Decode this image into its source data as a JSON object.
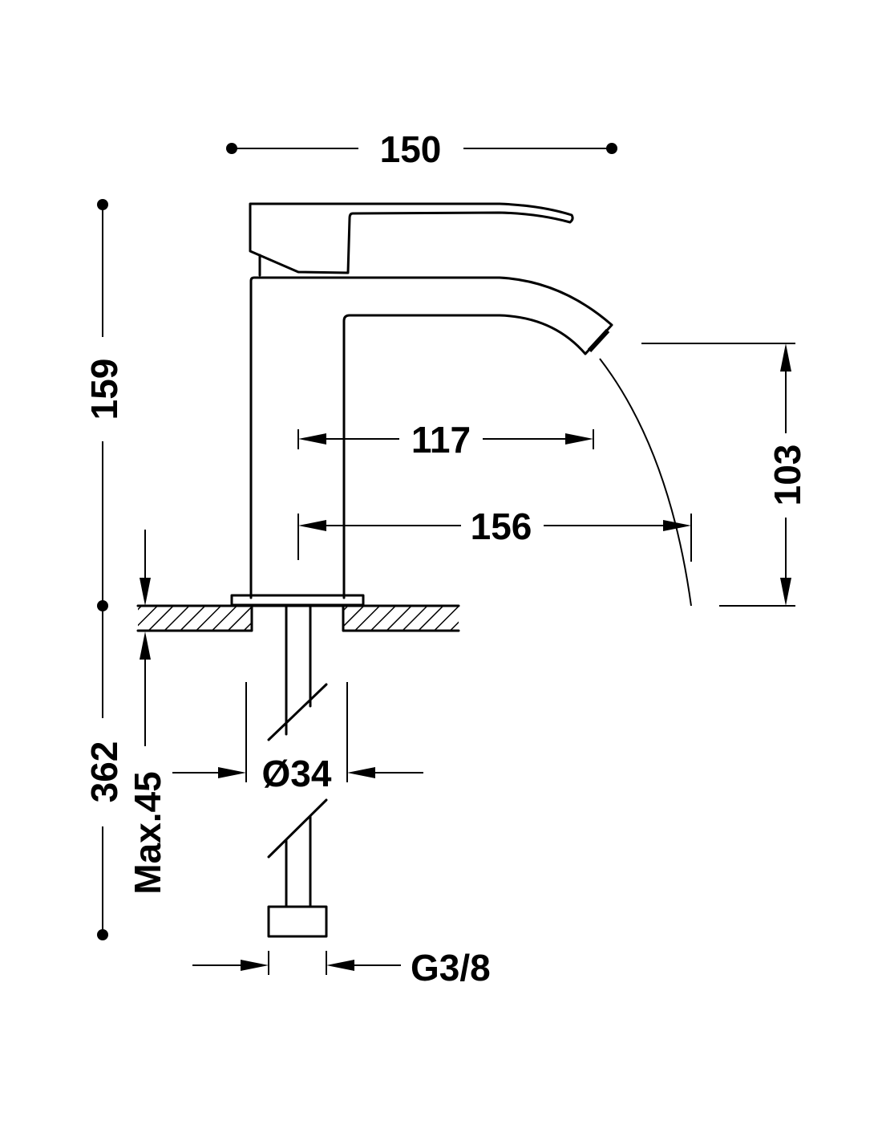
{
  "drawing": {
    "title": "Basin mixer dimension drawing",
    "line_color": "#000000",
    "background": "#ffffff",
    "dimensions": {
      "overall_width": "150",
      "overall_height": "159",
      "total_length": "362",
      "max_deck_thickness": "Max.45",
      "spout_reach": "117",
      "stream_reach": "156",
      "spout_height": "103",
      "hole_diameter": "Ø34",
      "connection_thread": "G3/8"
    }
  }
}
